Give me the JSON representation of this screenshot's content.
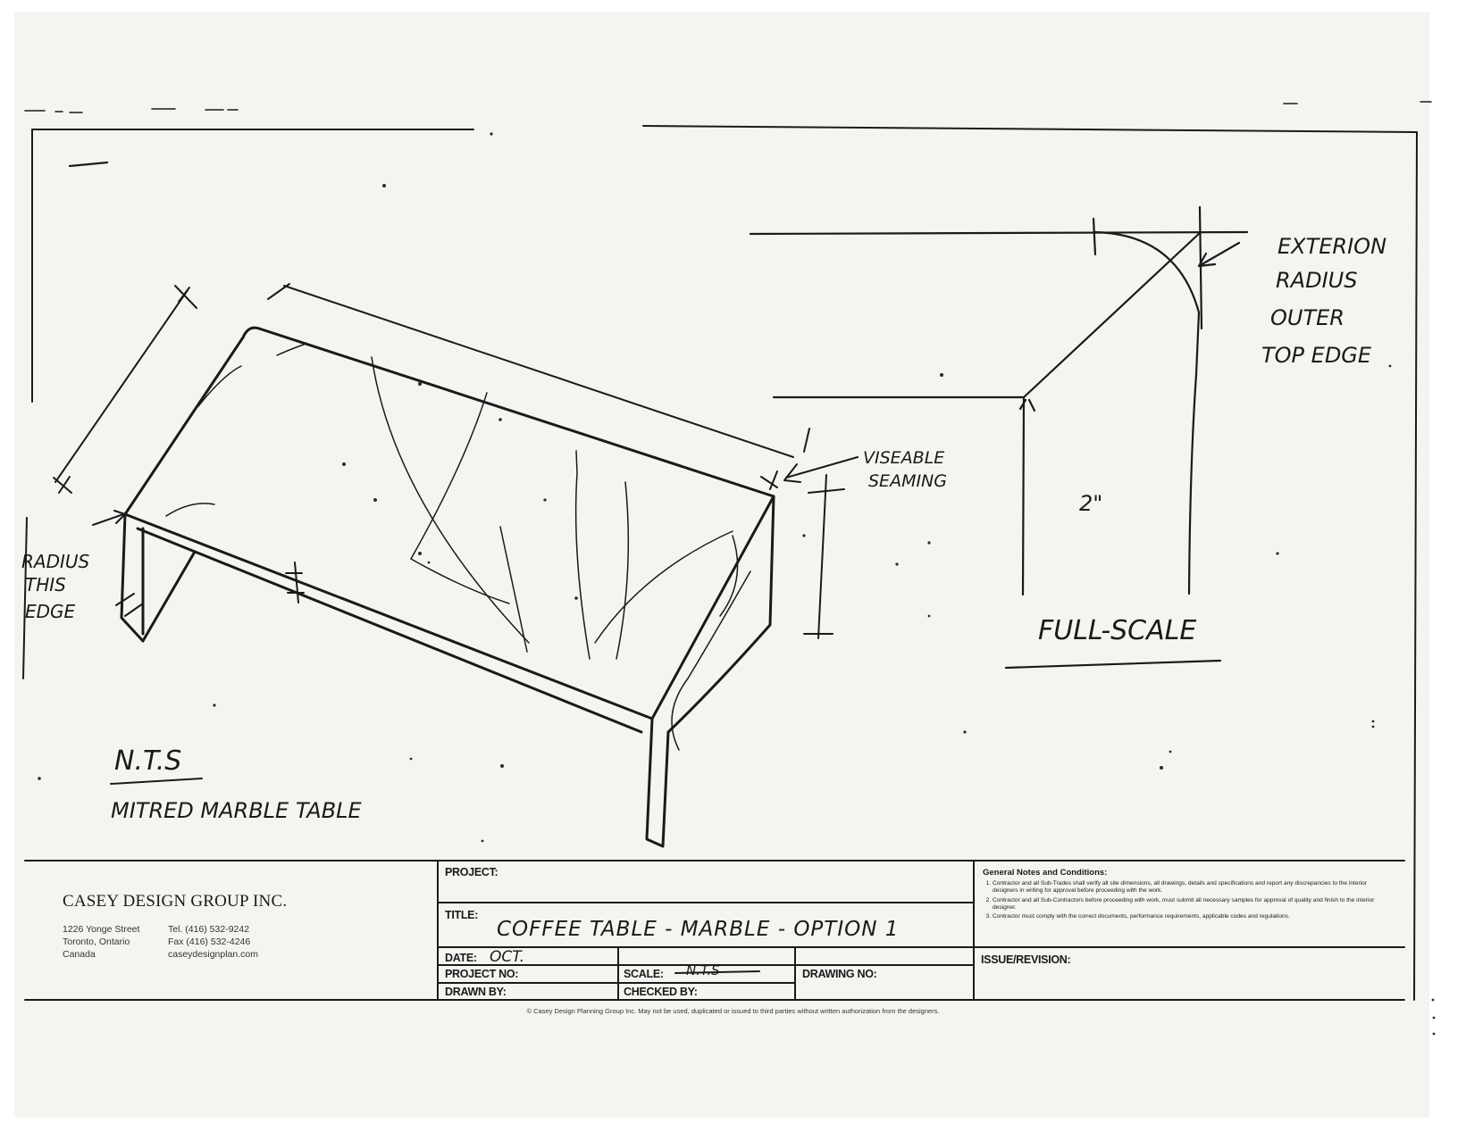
{
  "annotations": {
    "radius_edge": [
      "RADIUS",
      "THIS",
      "EDGE"
    ],
    "visible_seaming": [
      "VISEABLE",
      "SEAMING"
    ],
    "exterior_radius": [
      "EXTERION",
      "RADIUS",
      "OUTER",
      "TOP EDGE"
    ],
    "full_scale_dim": "2\"",
    "full_scale_label": "FULL-SCALE",
    "nts_label": "N.T.S",
    "table_caption": "MITRED MARBLE TABLE"
  },
  "title_block": {
    "company_name": "CASEY DESIGN GROUP INC.",
    "address_lines": [
      "1226 Yonge Street",
      "Toronto, Ontario",
      "Canada"
    ],
    "contact_lines": [
      "Tel. (416) 532-9242",
      "Fax (416) 532-4246",
      "caseydesignplan.com"
    ],
    "project_label": "PROJECT:",
    "project_value": "",
    "title_label": "TITLE:",
    "title_value": "COFFEE TABLE - MARBLE - OPTION 1",
    "date_label": "DATE:",
    "date_value": "OCT.",
    "project_no_label": "PROJECT NO:",
    "scale_label": "SCALE:",
    "scale_value": "N.T.S",
    "drawing_no_label": "DRAWING NO:",
    "drawn_by_label": "DRAWN BY:",
    "checked_by_label": "CHECKED BY:",
    "issue_revision_label": "ISSUE/REVISION:",
    "notes_heading": "General Notes and Conditions:",
    "notes": [
      "Contractor and all Sub-Trades shall verify all site dimensions, all drawings, details and specifications and report any discrepancies to the interior designers in writing for approval before proceeding with the work.",
      "Contractor and all Sub-Contractors before proceeding with work, must submit all necessary samples for approval of quality and finish to the interior designer.",
      "Contractor must comply with the correct documents, performance requirements, applicable codes and regulations."
    ],
    "copyright": "© Casey Design Planning Group Inc. May not be used, duplicated or issued to third parties without written authorization from the designers."
  }
}
